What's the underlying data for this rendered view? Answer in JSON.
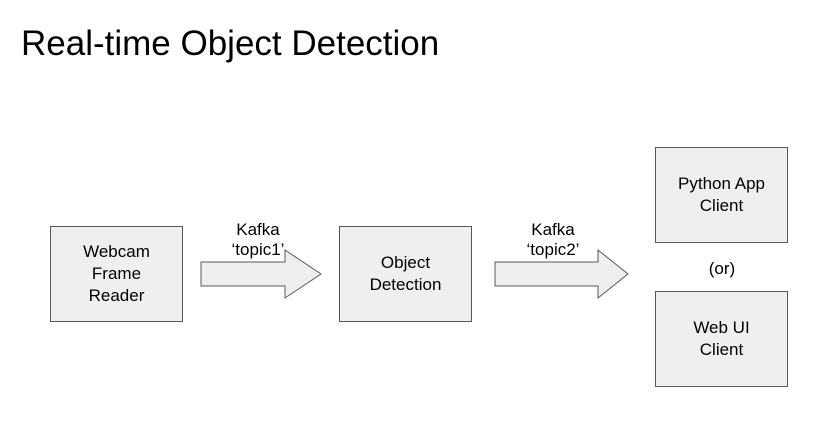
{
  "title": "Real-time Object Detection",
  "nodes": {
    "webcam": {
      "label": "Webcam\nFrame\nReader"
    },
    "detection": {
      "label": "Object\nDetection"
    },
    "python_client": {
      "label": "Python App\nClient"
    },
    "web_client": {
      "label": "Web UI\nClient"
    }
  },
  "edges": {
    "topic1": {
      "label": "Kafka\n‘topic1’"
    },
    "topic2": {
      "label": "Kafka\n‘topic2’"
    }
  },
  "or_label": "(or)",
  "colors": {
    "box_fill": "#efefef",
    "box_stroke": "#595959",
    "text": "#000000"
  }
}
